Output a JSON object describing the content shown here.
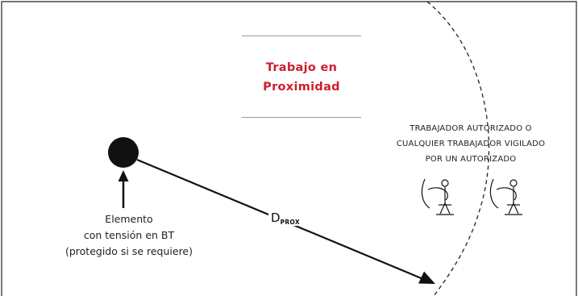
{
  "title": {
    "line1": "Trabajo en",
    "line2": "Proximidad"
  },
  "worker_label": {
    "line1": "TRABAJADOR AUTORIZADO O",
    "line2": "CUALQUIER TRABAJADOR VIGILADO",
    "line3": "POR UN AUTORIZADO"
  },
  "element_label": {
    "line1": "Elemento",
    "line2": "con tensión en BT",
    "line3": "(protegido si se requiere)"
  },
  "distance_label": {
    "main": "D",
    "sub": "PROX"
  },
  "colors": {
    "accent": "#cc1f2e",
    "ink": "#111111",
    "rule": "#9a9a9a"
  }
}
